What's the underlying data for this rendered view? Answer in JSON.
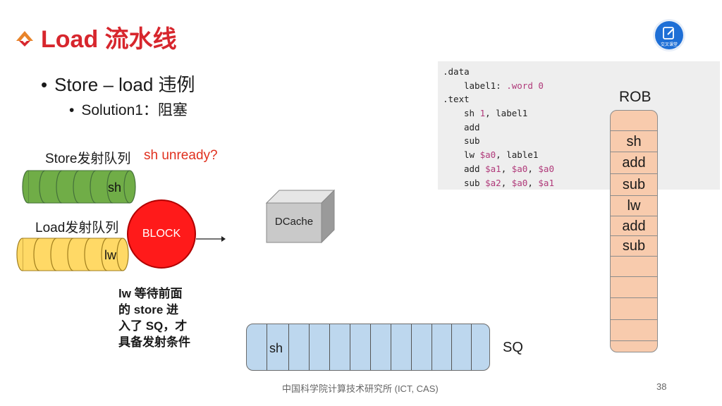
{
  "slide": {
    "title": "Load 流水线",
    "bullet1": "Store – load 违例",
    "bullet2": "Solution1：阻塞",
    "store_queue_label": "Store发射队列",
    "store_question": "sh unready?",
    "store_slot_text": "sh",
    "load_queue_label": "Load发射队列",
    "load_slot_text": "lw",
    "block_label": "BLOCK",
    "note_lines": [
      "lw 等待前面",
      "的 store 进",
      "入了 SQ，才",
      "具备发射条件"
    ],
    "dcache_label": "DCache",
    "badge_label": "交叉课堂"
  },
  "code": {
    "lines": [
      [
        {
          "t": ".data",
          "c": "plain"
        }
      ],
      [
        {
          "t": "label1: ",
          "c": "plain"
        },
        {
          "t": ".word 0",
          "c": "kw"
        }
      ],
      [
        {
          "t": ".text",
          "c": "plain"
        }
      ],
      [
        {
          "t": "sh ",
          "c": "plain"
        },
        {
          "t": "1",
          "c": "num"
        },
        {
          "t": ", label1",
          "c": "plain"
        }
      ],
      [
        {
          "t": "add",
          "c": "plain"
        }
      ],
      [
        {
          "t": "sub",
          "c": "plain"
        }
      ],
      [
        {
          "t": "lw ",
          "c": "plain"
        },
        {
          "t": "$a0",
          "c": "reg"
        },
        {
          "t": ", lable1",
          "c": "plain"
        }
      ],
      [
        {
          "t": "add ",
          "c": "plain"
        },
        {
          "t": "$a1",
          "c": "reg"
        },
        {
          "t": ", ",
          "c": "plain"
        },
        {
          "t": "$a0",
          "c": "reg"
        },
        {
          "t": ", ",
          "c": "plain"
        },
        {
          "t": "$a0",
          "c": "reg"
        }
      ],
      [
        {
          "t": "sub ",
          "c": "plain"
        },
        {
          "t": "$a2",
          "c": "reg"
        },
        {
          "t": ", ",
          "c": "plain"
        },
        {
          "t": "$a0",
          "c": "reg"
        },
        {
          "t": ", ",
          "c": "plain"
        },
        {
          "t": "$a1",
          "c": "reg"
        }
      ]
    ],
    "indent": [
      "dir",
      "ins",
      "dir",
      "ins",
      "ins",
      "ins",
      "ins",
      "ins",
      "ins"
    ]
  },
  "rob": {
    "title": "ROB",
    "entries": [
      "",
      "sh",
      "add",
      "sub",
      "lw",
      "add",
      "sub",
      "",
      "",
      "",
      "",
      ""
    ]
  },
  "sq": {
    "label": "SQ",
    "entries": [
      "",
      "sh",
      "",
      "",
      "",
      "",
      "",
      "",
      "",
      "",
      "",
      ""
    ]
  },
  "footer": {
    "institution": "中国科学院计算技术研究所 (ICT, CAS)",
    "page_number": "38"
  },
  "colors": {
    "title_red": "#d7262d",
    "store_queue_green": "#70ad47",
    "load_queue_yellow": "#ffd966",
    "block_red": "#ff1a1a",
    "rob_fill": "#f8cbad",
    "sq_fill": "#bdd7ee",
    "code_bg": "#eeeeee"
  }
}
